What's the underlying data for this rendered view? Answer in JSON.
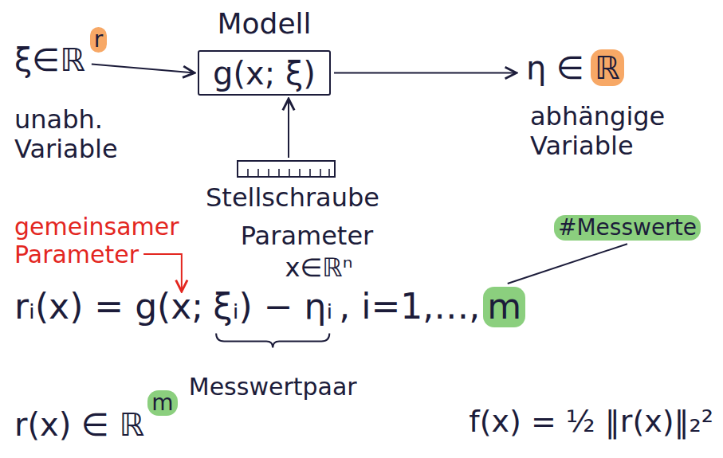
{
  "diagram": {
    "nodes": [
      {
        "text": [
          "Modell",
          "g(x; ξ)"
        ]
      }
    ],
    "labels": [
      "ξ∈ℝ",
      "r",
      "η ∈",
      "ℝ",
      "unabh. Variable",
      "abhängige Variable",
      "Stellschraube",
      "Parameter",
      "x∈ℝⁿ",
      "gemeinsamer Parameter",
      "#Messwerte",
      "rᵢ(x) = g(x;",
      "ξᵢ) − ηᵢ",
      ", i=1,…,",
      "m",
      "Messwertpaar",
      "r(x) ∈ ℝ",
      "m",
      "f(x) = ½ ‖r(x)‖₂²"
    ]
  }
}
